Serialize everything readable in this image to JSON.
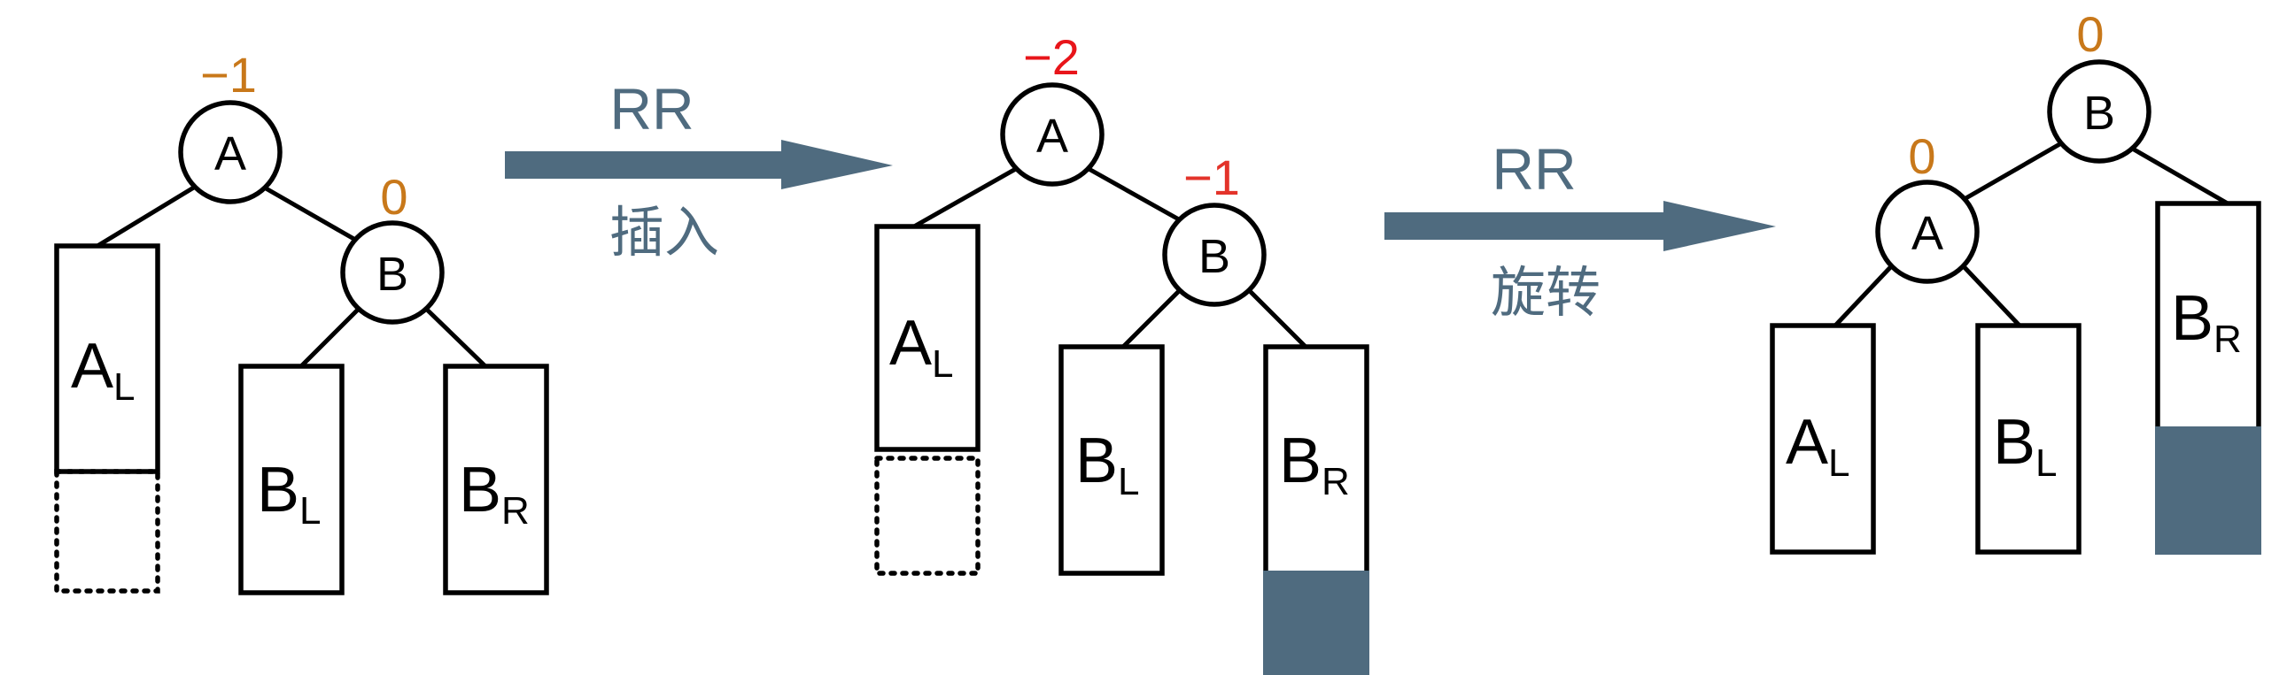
{
  "colors": {
    "stroke": "#000000",
    "accent": "#4f6b7f",
    "bf_balanced": "#c8781a",
    "bf_warning": "#e3332a",
    "bf_critical": "#e8151a"
  },
  "arrows": [
    {
      "top": "RR",
      "bottom": "插入"
    },
    {
      "top": "RR",
      "bottom": "旋转"
    }
  ],
  "trees": [
    {
      "nodes": [
        {
          "label": "A",
          "bf": "−1",
          "bf_color": "orange"
        },
        {
          "label": "B",
          "bf": "0",
          "bf_color": "orange"
        }
      ],
      "boxes": [
        {
          "main": "A",
          "sub": "L"
        },
        {
          "main": "B",
          "sub": "L"
        },
        {
          "main": "B",
          "sub": "R"
        }
      ]
    },
    {
      "nodes": [
        {
          "label": "A",
          "bf": "−2",
          "bf_color": "red"
        },
        {
          "label": "B",
          "bf": "−1",
          "bf_color": "red"
        }
      ],
      "boxes": [
        {
          "main": "A",
          "sub": "L"
        },
        {
          "main": "B",
          "sub": "L"
        },
        {
          "main": "B",
          "sub": "R"
        }
      ]
    },
    {
      "nodes": [
        {
          "label": "B",
          "bf": "0",
          "bf_color": "orange"
        },
        {
          "label": "A",
          "bf": "0",
          "bf_color": "orange"
        }
      ],
      "boxes": [
        {
          "main": "A",
          "sub": "L"
        },
        {
          "main": "B",
          "sub": "L"
        },
        {
          "main": "B",
          "sub": "R"
        }
      ]
    }
  ]
}
